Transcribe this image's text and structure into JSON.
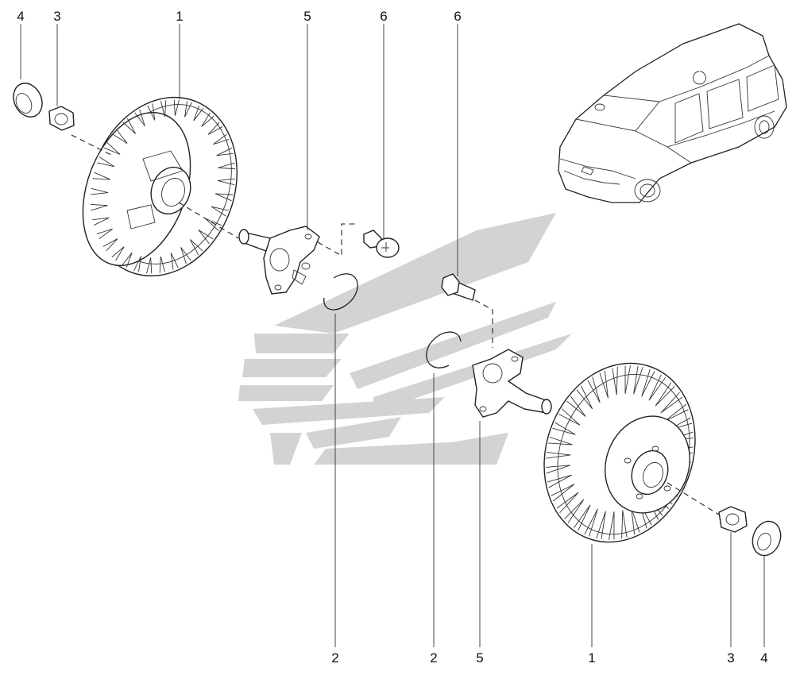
{
  "diagram": {
    "callouts": {
      "top_left_4": "4",
      "top_left_3": "3",
      "top_left_1": "1",
      "top_left_5": "5",
      "top_left_6": "6",
      "top_right_6": "6",
      "bottom_2_left": "2",
      "bottom_2_right": "2",
      "bottom_5": "5",
      "bottom_1": "1",
      "bottom_3": "3",
      "bottom_4": "4"
    },
    "watermark_color": "#d3d3d3",
    "line_color": "#222222"
  }
}
